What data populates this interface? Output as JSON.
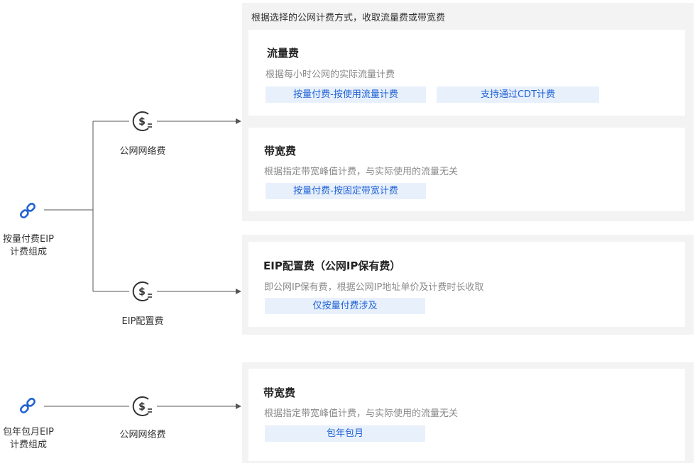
{
  "top_panel": {
    "note": "根据选择的公网计费方式，收取流量费或带宽费",
    "cards": [
      {
        "title": "流量费",
        "desc": "根据每小时公网的实际流量计费",
        "tags": [
          "按量付费-按使用流量计费",
          "支持通过CDT计费"
        ]
      },
      {
        "title": "带宽费",
        "desc": "根据指定带宽峰值计费，与实际使用的流量无关",
        "tags": [
          "按量付费-按固定带宽计费"
        ]
      }
    ]
  },
  "eip_card": {
    "title": "EIP配置费（公网IP保有费）",
    "desc": "即公网IP保有费，根据公网IP地址单价及计费时长收取",
    "tags": [
      "仅按量付费涉及"
    ]
  },
  "prepaid_card": {
    "title": "带宽费",
    "desc": "根据指定带宽峰值计费，与实际使用的流量无关",
    "tags": [
      "包年包月"
    ]
  },
  "nodes": {
    "payg": {
      "label_line1": "按量付费EIP",
      "label_line2": "计费组成",
      "icon": "link-icon"
    },
    "prepaid": {
      "label_line1": "包年包月EIP",
      "label_line2": "计费组成",
      "icon": "link-icon"
    },
    "network_fee_1": {
      "label": "公网网络费",
      "icon": "dollar-fee-icon"
    },
    "eip_fee": {
      "label": "EIP配置费",
      "icon": "dollar-fee-icon"
    },
    "network_fee_2": {
      "label": "公网网络费",
      "icon": "dollar-fee-icon"
    }
  },
  "colors": {
    "accent": "#1f62d4",
    "tag_bg": "#e8f0fc",
    "panel_bg": "#f3f3f3",
    "line": "#555555"
  }
}
